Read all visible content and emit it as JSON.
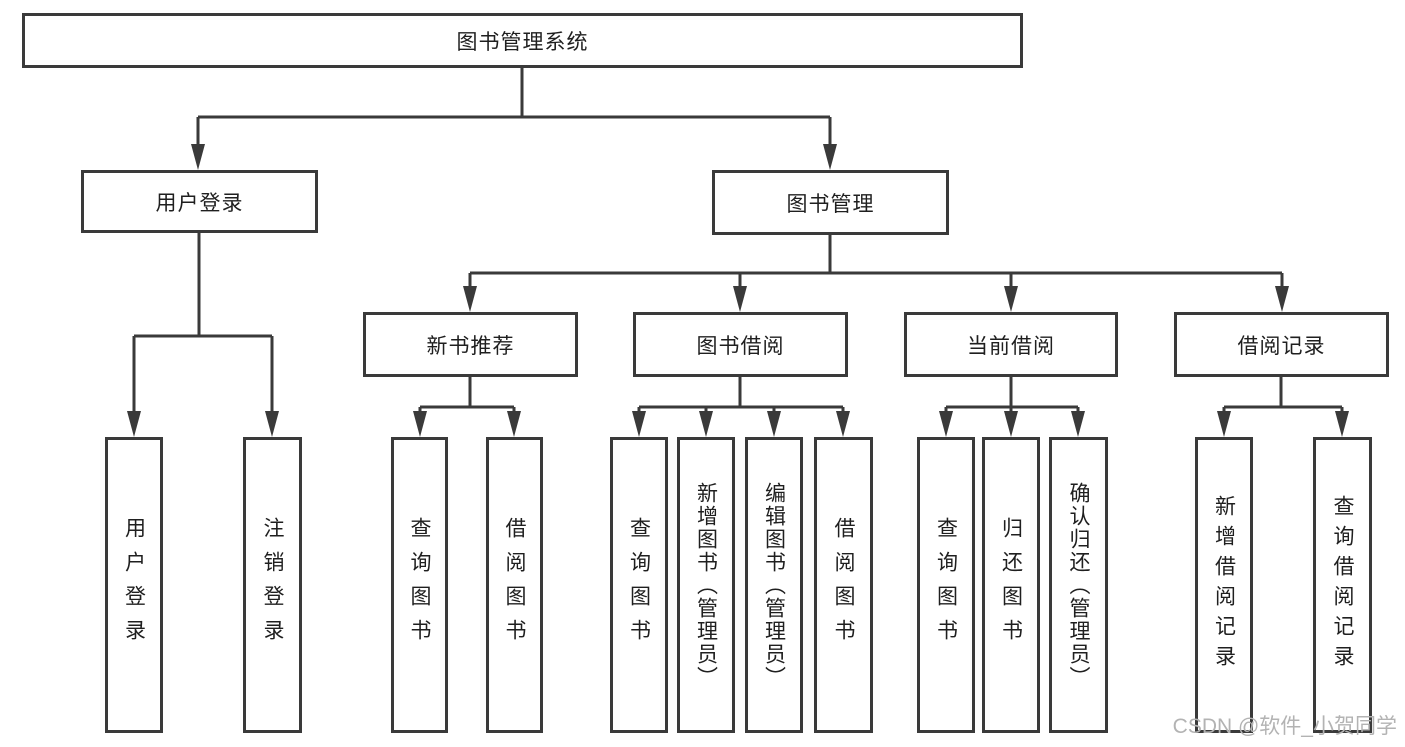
{
  "diagram_type": "hierarchy-tree",
  "tree": {
    "label": "图书管理系统",
    "children": [
      {
        "label": "用户登录",
        "children": [
          {
            "label": "用户登录"
          },
          {
            "label": "注销登录"
          }
        ]
      },
      {
        "label": "图书管理",
        "children": [
          {
            "label": "新书推荐",
            "children": [
              {
                "label": "查询图书"
              },
              {
                "label": "借阅图书"
              }
            ]
          },
          {
            "label": "图书借阅",
            "children": [
              {
                "label": "查询图书"
              },
              {
                "label": "新增图书（管理员）"
              },
              {
                "label": "编辑图书（管理员）"
              },
              {
                "label": "借阅图书"
              }
            ]
          },
          {
            "label": "当前借阅",
            "children": [
              {
                "label": "查询图书"
              },
              {
                "label": "归还图书"
              },
              {
                "label": "确认归还（管理员）"
              }
            ]
          },
          {
            "label": "借阅记录",
            "children": [
              {
                "label": "新增借阅记录"
              },
              {
                "label": "查询借阅记录"
              }
            ]
          }
        ]
      }
    ]
  },
  "watermark": {
    "text": "CSDN @软件_小贺同学"
  },
  "colors": {
    "line": "#3a3a3a",
    "box_border": "#3a3a3a",
    "box_fill": "#ffffff",
    "text": "#1f1f1f",
    "watermark": "#b3b3b3",
    "background": "#ffffff"
  }
}
